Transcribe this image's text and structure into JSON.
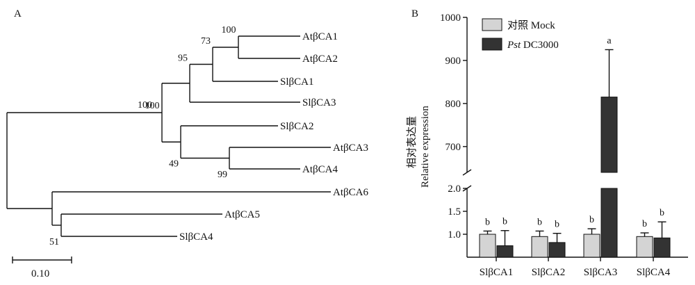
{
  "panel_a": {
    "label": "A",
    "scale_bar_label": "0.10",
    "tree": {
      "bootstrap": "100",
      "children": [
        {
          "bootstrap": "100",
          "children": [
            {
              "bootstrap": "95",
              "children": [
                {
                  "bootstrap": "73",
                  "children": [
                    {
                      "bootstrap": "100",
                      "children": [
                        {
                          "name": "AtβCA1"
                        },
                        {
                          "name": "AtβCA2"
                        }
                      ]
                    },
                    {
                      "name": "SlβCA1"
                    }
                  ]
                },
                {
                  "name": "SlβCA3"
                }
              ]
            },
            {
              "bootstrap": "49",
              "children": [
                {
                  "name": "SlβCA2"
                },
                {
                  "bootstrap": "99",
                  "children": [
                    {
                      "name": "AtβCA3"
                    },
                    {
                      "name": "AtβCA4"
                    }
                  ]
                }
              ]
            }
          ]
        },
        {
          "children": [
            {
              "name": "AtβCA6"
            },
            {
              "bootstrap": "51",
              "children": [
                {
                  "name": "AtβCA5"
                },
                {
                  "name": "SlβCA4"
                }
              ]
            }
          ]
        }
      ]
    }
  },
  "panel_b": {
    "label": "B",
    "ylabel_zh": "相对表达量",
    "ylabel_en": "Relative expression",
    "legend": [
      {
        "label": "对照 Mock",
        "color": "#d4d4d4"
      },
      {
        "label_italic": "Pst",
        "label_rest": " DC3000",
        "color": "#333333"
      }
    ],
    "upper_ticks": [
      "700",
      "800",
      "900",
      "1000"
    ],
    "lower_ticks": [
      "1.0",
      "1.5",
      "2.0"
    ]
  },
  "chart_data": {
    "type": "bar",
    "categories": [
      "SlβCA1",
      "SlβCA2",
      "SlβCA3",
      "SlβCA4"
    ],
    "series": [
      {
        "name": "对照 Mock",
        "values": [
          1.0,
          0.95,
          1.0,
          0.95
        ],
        "errors": [
          0.07,
          0.12,
          0.12,
          0.08
        ],
        "labels": [
          "b",
          "b",
          "b",
          "b"
        ]
      },
      {
        "name": "Pst DC3000",
        "values": [
          0.75,
          0.82,
          815,
          0.92
        ],
        "errors": [
          0.33,
          0.2,
          110,
          0.35
        ],
        "labels": [
          "b",
          "b",
          "a",
          "b"
        ]
      }
    ],
    "ylabel": "相对表达量 Relative expression",
    "y_axis_break": {
      "lower_range": [
        0.5,
        2.0
      ],
      "upper_range": [
        640,
        1000
      ]
    },
    "colors": {
      "mock": "#d4d4d4",
      "pst": "#333333"
    }
  }
}
